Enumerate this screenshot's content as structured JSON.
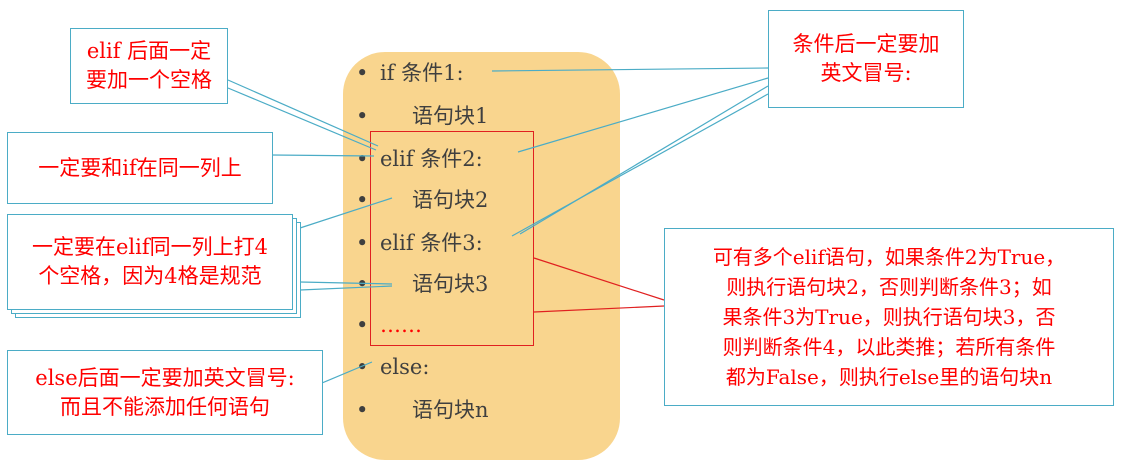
{
  "code": {
    "bullet": "•",
    "lines": [
      "if 条件1:",
      "语句块1",
      "elif 条件2:",
      "语句块2",
      "elif 条件3:",
      "语句块3",
      "……",
      "else:",
      "语句块n"
    ]
  },
  "callouts": {
    "elif_space": [
      "elif 后面一定",
      "要加一个空格"
    ],
    "same_column": "一定要和if在同一列上",
    "indent": [
      "一定要在elif同一列上打4",
      "个空格，因为4格是规范"
    ],
    "else_colon": [
      "else后面一定要加英文冒号:",
      "而且不能添加任何语句"
    ],
    "colon": [
      "条件后一定要加",
      "英文冒号:"
    ],
    "multi_elif": [
      "可有多个elif语句，如果条件2为True，",
      "则执行语句块2，否则判断条件3；如",
      "果条件3为True，则执行语句块3，否",
      "则判断条件4，以此类推；若所有条件",
      "都为False，则执行else里的语句块n"
    ]
  },
  "colors": {
    "panel": "#f9d58e",
    "callout_border": "#4bacc6",
    "callout_text": "#ff0000",
    "leader_line": "#4bacc6",
    "highlight_box": "#e02020"
  }
}
